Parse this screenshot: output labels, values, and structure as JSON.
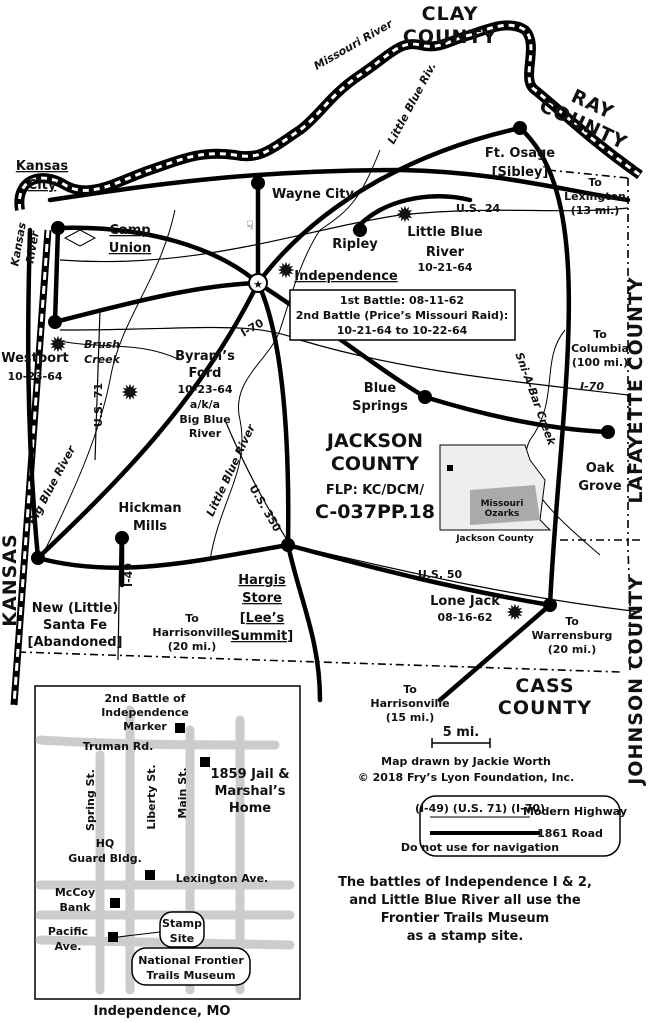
{
  "map": {
    "counties": {
      "clay": [
        "CLAY",
        "COUNTY"
      ],
      "ray": [
        "RAY",
        "COUNTY"
      ],
      "lafayette": "LAFAYETTE COUNTY",
      "johnson": "JOHNSON COUNTY",
      "cass": [
        "CASS",
        "COUNTY"
      ],
      "kansas": "KANSAS"
    },
    "rivers": {
      "missouri": "Missouri River",
      "little_blue_top": "Little Blue Riv.",
      "kansas": [
        "Kansas",
        "River"
      ],
      "brush_creek": [
        "Brush",
        "Creek"
      ],
      "little_blue": "Little Blue River",
      "big_blue": "Big Blue River",
      "sni_a_bar": "Sni-A-Bar Creek"
    },
    "highways": {
      "us24": "U.S. 24",
      "i70_west": "I-70",
      "i70_east": "I-70",
      "us71": "U.S. 71",
      "us350": "U.S. 350",
      "i49": "I-49",
      "us50": "U.S. 50"
    },
    "places": {
      "ft_osage": [
        "Ft. Osage",
        "[Sibley]"
      ],
      "to_lexington": [
        "To",
        "Lexington",
        "(13 mi.)"
      ],
      "kansas_city": [
        "Kansas",
        "City"
      ],
      "wayne_city": "Wayne City",
      "camp_union": [
        "Camp",
        "Union"
      ],
      "ripley": "Ripley",
      "little_blue_river": [
        "Little Blue",
        "River",
        "10-21-64"
      ],
      "independence": "Independence",
      "westport": [
        "Westport",
        "10-23-64"
      ],
      "byrams_ford": [
        "Byram’s",
        "Ford",
        "10-23-64",
        "a/k/a",
        "Big Blue",
        "River"
      ],
      "to_columbia": [
        "To",
        "Columbia",
        "(100 mi.)"
      ],
      "blue_springs": [
        "Blue",
        "Springs"
      ],
      "oak_grove": [
        "Oak",
        "Grove"
      ],
      "hickman_mills": [
        "Hickman",
        "Mills"
      ],
      "hargis_store": [
        "Hargis",
        "Store",
        "[Lee’s",
        "Summit]"
      ],
      "new_santa_fe": [
        "New (Little)",
        "Santa Fe",
        "[Abandoned]"
      ],
      "to_harrisonville_20": [
        "To",
        "Harrisonville",
        "(20 mi.)"
      ],
      "lone_jack": [
        "Lone Jack",
        "08-16-62"
      ],
      "to_warrensburg": [
        "To",
        "Warrensburg",
        "(20 mi.)"
      ],
      "to_harrisonville_15": [
        "To",
        "Harrisonville",
        "(15 mi.)"
      ]
    },
    "battle_box": [
      "1st Battle: 08-11-62",
      "2nd Battle (Price’s Missouri Raid):",
      "10-21-64 to 10-22-64"
    ],
    "title": [
      "JACKSON",
      "COUNTY",
      "FLP: KC/DCM/",
      "C-037PP.18"
    ],
    "state_inset": {
      "region": [
        "Missouri",
        "Ozarks"
      ],
      "caption": "Jackson County"
    },
    "scale": "5 mi.",
    "credit": [
      "Map drawn by Jackie Worth",
      "© 2018 Fry’s Lyon Foundation, Inc."
    ],
    "legend": {
      "modern": "(I-49) (U.S. 71) (I-70)",
      "modern_label": "Modern Highway",
      "road_label": "1861 Road",
      "note": "Do not use for navigation"
    },
    "caption": [
      "The battles of Independence I & 2,",
      "and Little Blue River all use the",
      "Frontier Trails Museum",
      "as a stamp site."
    ]
  },
  "inset": {
    "marker": [
      "2nd Battle of",
      "Independence",
      "Marker"
    ],
    "truman": "Truman Rd.",
    "spring": "Spring St.",
    "liberty": "Liberty St.",
    "main": "Main St.",
    "jail": [
      "1859 Jail &",
      "Marshal’s",
      "Home"
    ],
    "hq": [
      "HQ",
      "Guard Bldg."
    ],
    "lexington": "Lexington Ave.",
    "mccoy": [
      "McCoy",
      "Bank"
    ],
    "pacific": [
      "Pacific",
      "Ave."
    ],
    "stamp": [
      "Stamp",
      "Site"
    ],
    "museum": [
      "National Frontier",
      "Trails Museum"
    ],
    "city": "Independence, MO"
  }
}
